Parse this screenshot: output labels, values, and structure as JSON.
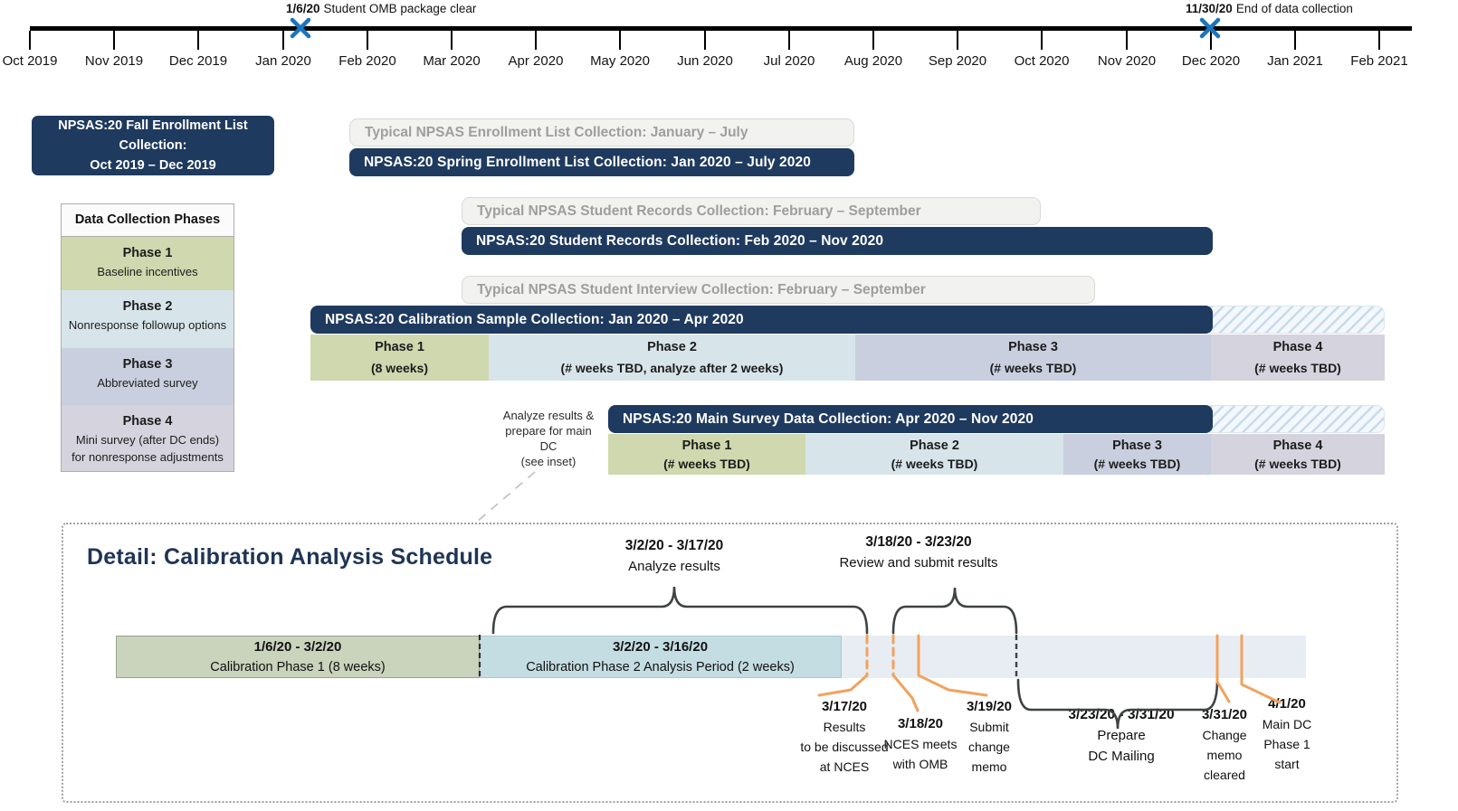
{
  "timeline": {
    "months": [
      "Oct 2019",
      "Nov 2019",
      "Dec 2019",
      "Jan 2020",
      "Feb 2020",
      "Mar 2020",
      "Apr 2020",
      "May 2020",
      "Jun 2020",
      "Jul 2020",
      "Aug 2020",
      "Sep 2020",
      "Oct 2020",
      "Nov 2020",
      "Dec 2020",
      "Jan 2021",
      "Feb 2021"
    ]
  },
  "milestones": [
    {
      "date": "1/6/20",
      "label": "Student OMB package clear"
    },
    {
      "date": "11/30/20",
      "label": "End of data collection"
    }
  ],
  "rows": {
    "fall_lines": [
      "NPSAS:20 Fall Enrollment List",
      "Collection:",
      "Oct 2019 – Dec 2019"
    ],
    "typical_enrollment": "Typical NPSAS Enrollment List Collection: January – July",
    "spring_enrollment": "NPSAS:20 Spring Enrollment List Collection: Jan 2020 – July 2020",
    "typical_records": "Typical NPSAS Student Records Collection: February – September",
    "records": "NPSAS:20 Student Records Collection: Feb 2020 – Nov 2020",
    "typical_interview": "Typical NPSAS Student Interview Collection: February – September",
    "calibration": "NPSAS:20 Calibration Sample Collection: Jan 2020 – Apr 2020",
    "main_survey": "NPSAS:20 Main Survey Data Collection: Apr 2020 – Nov 2020",
    "note_lines": [
      "Analyze results &",
      "prepare for main",
      "DC",
      "(see inset)"
    ]
  },
  "legend": {
    "title": "Data Collection Phases",
    "phases": [
      {
        "name": "Phase 1",
        "desc1": "Baseline incentives",
        "desc2": ""
      },
      {
        "name": "Phase 2",
        "desc1": "Nonresponse followup options",
        "desc2": ""
      },
      {
        "name": "Phase 3",
        "desc1": "Abbreviated survey",
        "desc2": ""
      },
      {
        "name": "Phase 4",
        "desc1": "Mini survey (after DC ends)",
        "desc2": "for nonresponse adjustments"
      }
    ]
  },
  "cal_phases": [
    {
      "title": "Phase 1",
      "sub": "(8 weeks)"
    },
    {
      "title": "Phase 2",
      "sub": "(# weeks TBD, analyze after 2 weeks)"
    },
    {
      "title": "Phase 3",
      "sub": "(# weeks TBD)"
    },
    {
      "title": "Phase 4",
      "sub": "(# weeks TBD)"
    }
  ],
  "main_phases": [
    {
      "title": "Phase 1",
      "sub": "(# weeks TBD)"
    },
    {
      "title": "Phase 2",
      "sub": "(# weeks TBD)"
    },
    {
      "title": "Phase 3",
      "sub": "(# weeks TBD)"
    },
    {
      "title": "Phase 4",
      "sub": "(# weeks TBD)"
    }
  ],
  "inset": {
    "title": "Detail: Calibration Analysis Schedule",
    "bars": [
      {
        "dates": "1/6/20 - 3/2/20",
        "label": "Calibration Phase 1 (8 weeks)"
      },
      {
        "dates": "3/2/20 - 3/16/20",
        "label": "Calibration Phase 2 Analysis Period (2 weeks)"
      }
    ],
    "braces": [
      {
        "dates": "3/2/20 - 3/17/20",
        "label": "Analyze results"
      },
      {
        "dates": "3/18/20 - 3/23/20",
        "label": "Review and submit results"
      },
      {
        "dates": "3/23/20 - 3/31/20",
        "line1": "Prepare",
        "line2": "DC Mailing"
      }
    ],
    "callouts": [
      {
        "date": "3/17/20",
        "line1": "Results",
        "line2": "to be discussed",
        "line3": "at NCES"
      },
      {
        "date": "3/18/20",
        "line1": "NCES meets",
        "line2": "with OMB",
        "line3": ""
      },
      {
        "date": "3/19/20",
        "line1": "Submit",
        "line2": "change",
        "line3": "memo"
      },
      {
        "date": "3/31/20",
        "line1": "Change",
        "line2": "memo",
        "line3": "cleared"
      },
      {
        "date": "4/1/20",
        "line1": "Main DC",
        "line2": "Phase 1",
        "line3": "start"
      }
    ]
  },
  "colors": {
    "navy": "#1F3A5F",
    "marker_blue": "#1B75BC",
    "orange": "#F2A25C",
    "phase1_green": "#CFD8AE",
    "phase2_blue": "#D7E5EA",
    "phase3_lavender": "#C9CFDE",
    "phase4_gray": "#D5D3DD",
    "typical_bar_bg": "#F2F2F0",
    "typical_bar_text": "#9E9E9C",
    "inset_bar1": "#CAD3BC",
    "inset_bar2": "#C4DDE3",
    "inset_bar3": "#E8EDF3"
  }
}
